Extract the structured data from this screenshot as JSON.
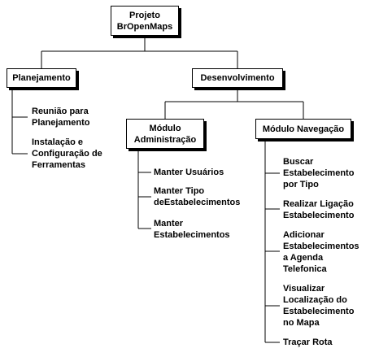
{
  "diagram": {
    "root": {
      "label": "Projeto\nBrOpenMaps"
    },
    "branches": {
      "planejamento": {
        "label": "Planejamento",
        "items": [
          "Reunião para\nPlanejamento",
          "Instalação e\nConfiguração de\nFerramentas"
        ]
      },
      "desenvolvimento": {
        "label": "Desenvolvimento",
        "modules": {
          "administracao": {
            "label": "Módulo\nAdministração",
            "items": [
              "Manter Usuários",
              "Manter Tipo\ndeEstabelecimentos",
              "Manter\nEstabelecimentos"
            ]
          },
          "navegacao": {
            "label": "Módulo Navegação",
            "items": [
              "Buscar\nEstabelecimento\npor Tipo",
              "Realizar Ligação\nEstabelecimento",
              "Adicionar\nEstabelecimentos\na Agenda\nTelefonica",
              "Visualizar\nLocalização do\nEstabelecimento\nno Mapa",
              "Traçar Rota"
            ]
          }
        }
      }
    }
  }
}
